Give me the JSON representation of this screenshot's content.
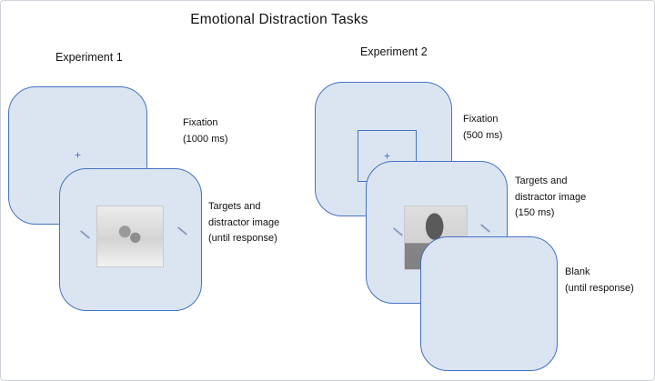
{
  "title": "Emotional Distraction Tasks",
  "colors": {
    "card_fill": "#dbe5f2",
    "card_border": "#4472c4",
    "target_line": "#8aa0bd",
    "fixation_cross": "#4472c4"
  },
  "exp1": {
    "heading": "Experiment 1",
    "fixation": {
      "cross": "+",
      "label": "Fixation\n(1000 ms)"
    },
    "targets": {
      "label": "Targets and\ndistractor image\n(until response)"
    }
  },
  "exp2": {
    "heading": "Experiment 2",
    "fixation": {
      "cross": "+",
      "label": "Fixation\n(500 ms)"
    },
    "targets": {
      "label": "Targets and\ndistractor image\n(150 ms)"
    },
    "blank": {
      "label": "Blank\n(until response)"
    }
  }
}
